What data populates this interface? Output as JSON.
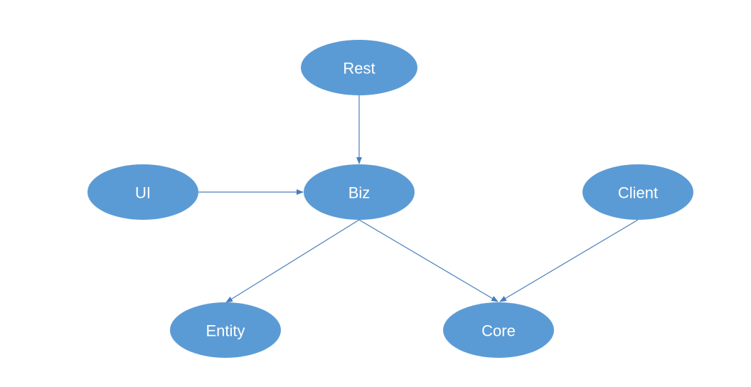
{
  "diagram": {
    "nodes": {
      "rest": {
        "label": "Rest"
      },
      "ui": {
        "label": "UI"
      },
      "biz": {
        "label": "Biz"
      },
      "client": {
        "label": "Client"
      },
      "entity": {
        "label": "Entity"
      },
      "core": {
        "label": "Core"
      }
    },
    "edges": [
      {
        "from": "Rest",
        "to": "Biz"
      },
      {
        "from": "UI",
        "to": "Biz"
      },
      {
        "from": "Biz",
        "to": "Entity"
      },
      {
        "from": "Biz",
        "to": "Core"
      },
      {
        "from": "Client",
        "to": "Core"
      }
    ],
    "colors": {
      "node_fill": "#5b9bd5",
      "edge": "#4a7ebb",
      "label": "#ffffff"
    }
  }
}
